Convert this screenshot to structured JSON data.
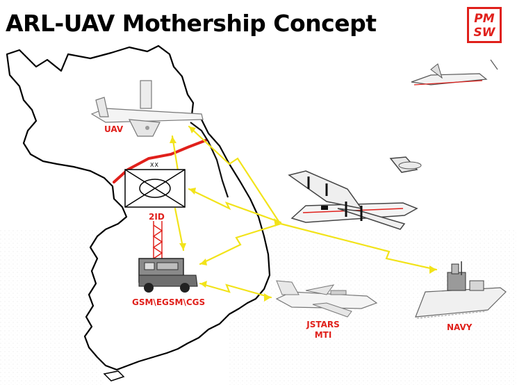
{
  "title": "ARL-UAV Mothership Concept",
  "logo": {
    "line1": "PM",
    "line2": "SW"
  },
  "labels": {
    "uav": "UAV",
    "division": "2ID",
    "unit_echelon": "XX",
    "ground_station": "GSM\\EGSM\\CGS",
    "jstars": "JSTARS",
    "mti": "MTI",
    "navy": "NAVY"
  },
  "colors": {
    "title": "#000000",
    "labels": "#e0201b",
    "link_lines": "#f2e31a",
    "border_line": "#e0201b",
    "map_outline": "#000000"
  },
  "icons": [
    "uav-aircraft-icon",
    "mothership-aircraft-icon",
    "jstars-aircraft-icon",
    "navy-ship-icon",
    "ground-station-vehicle-icon",
    "division-unit-symbol",
    "top-right-aircraft-icon",
    "pmsw-logo"
  ]
}
